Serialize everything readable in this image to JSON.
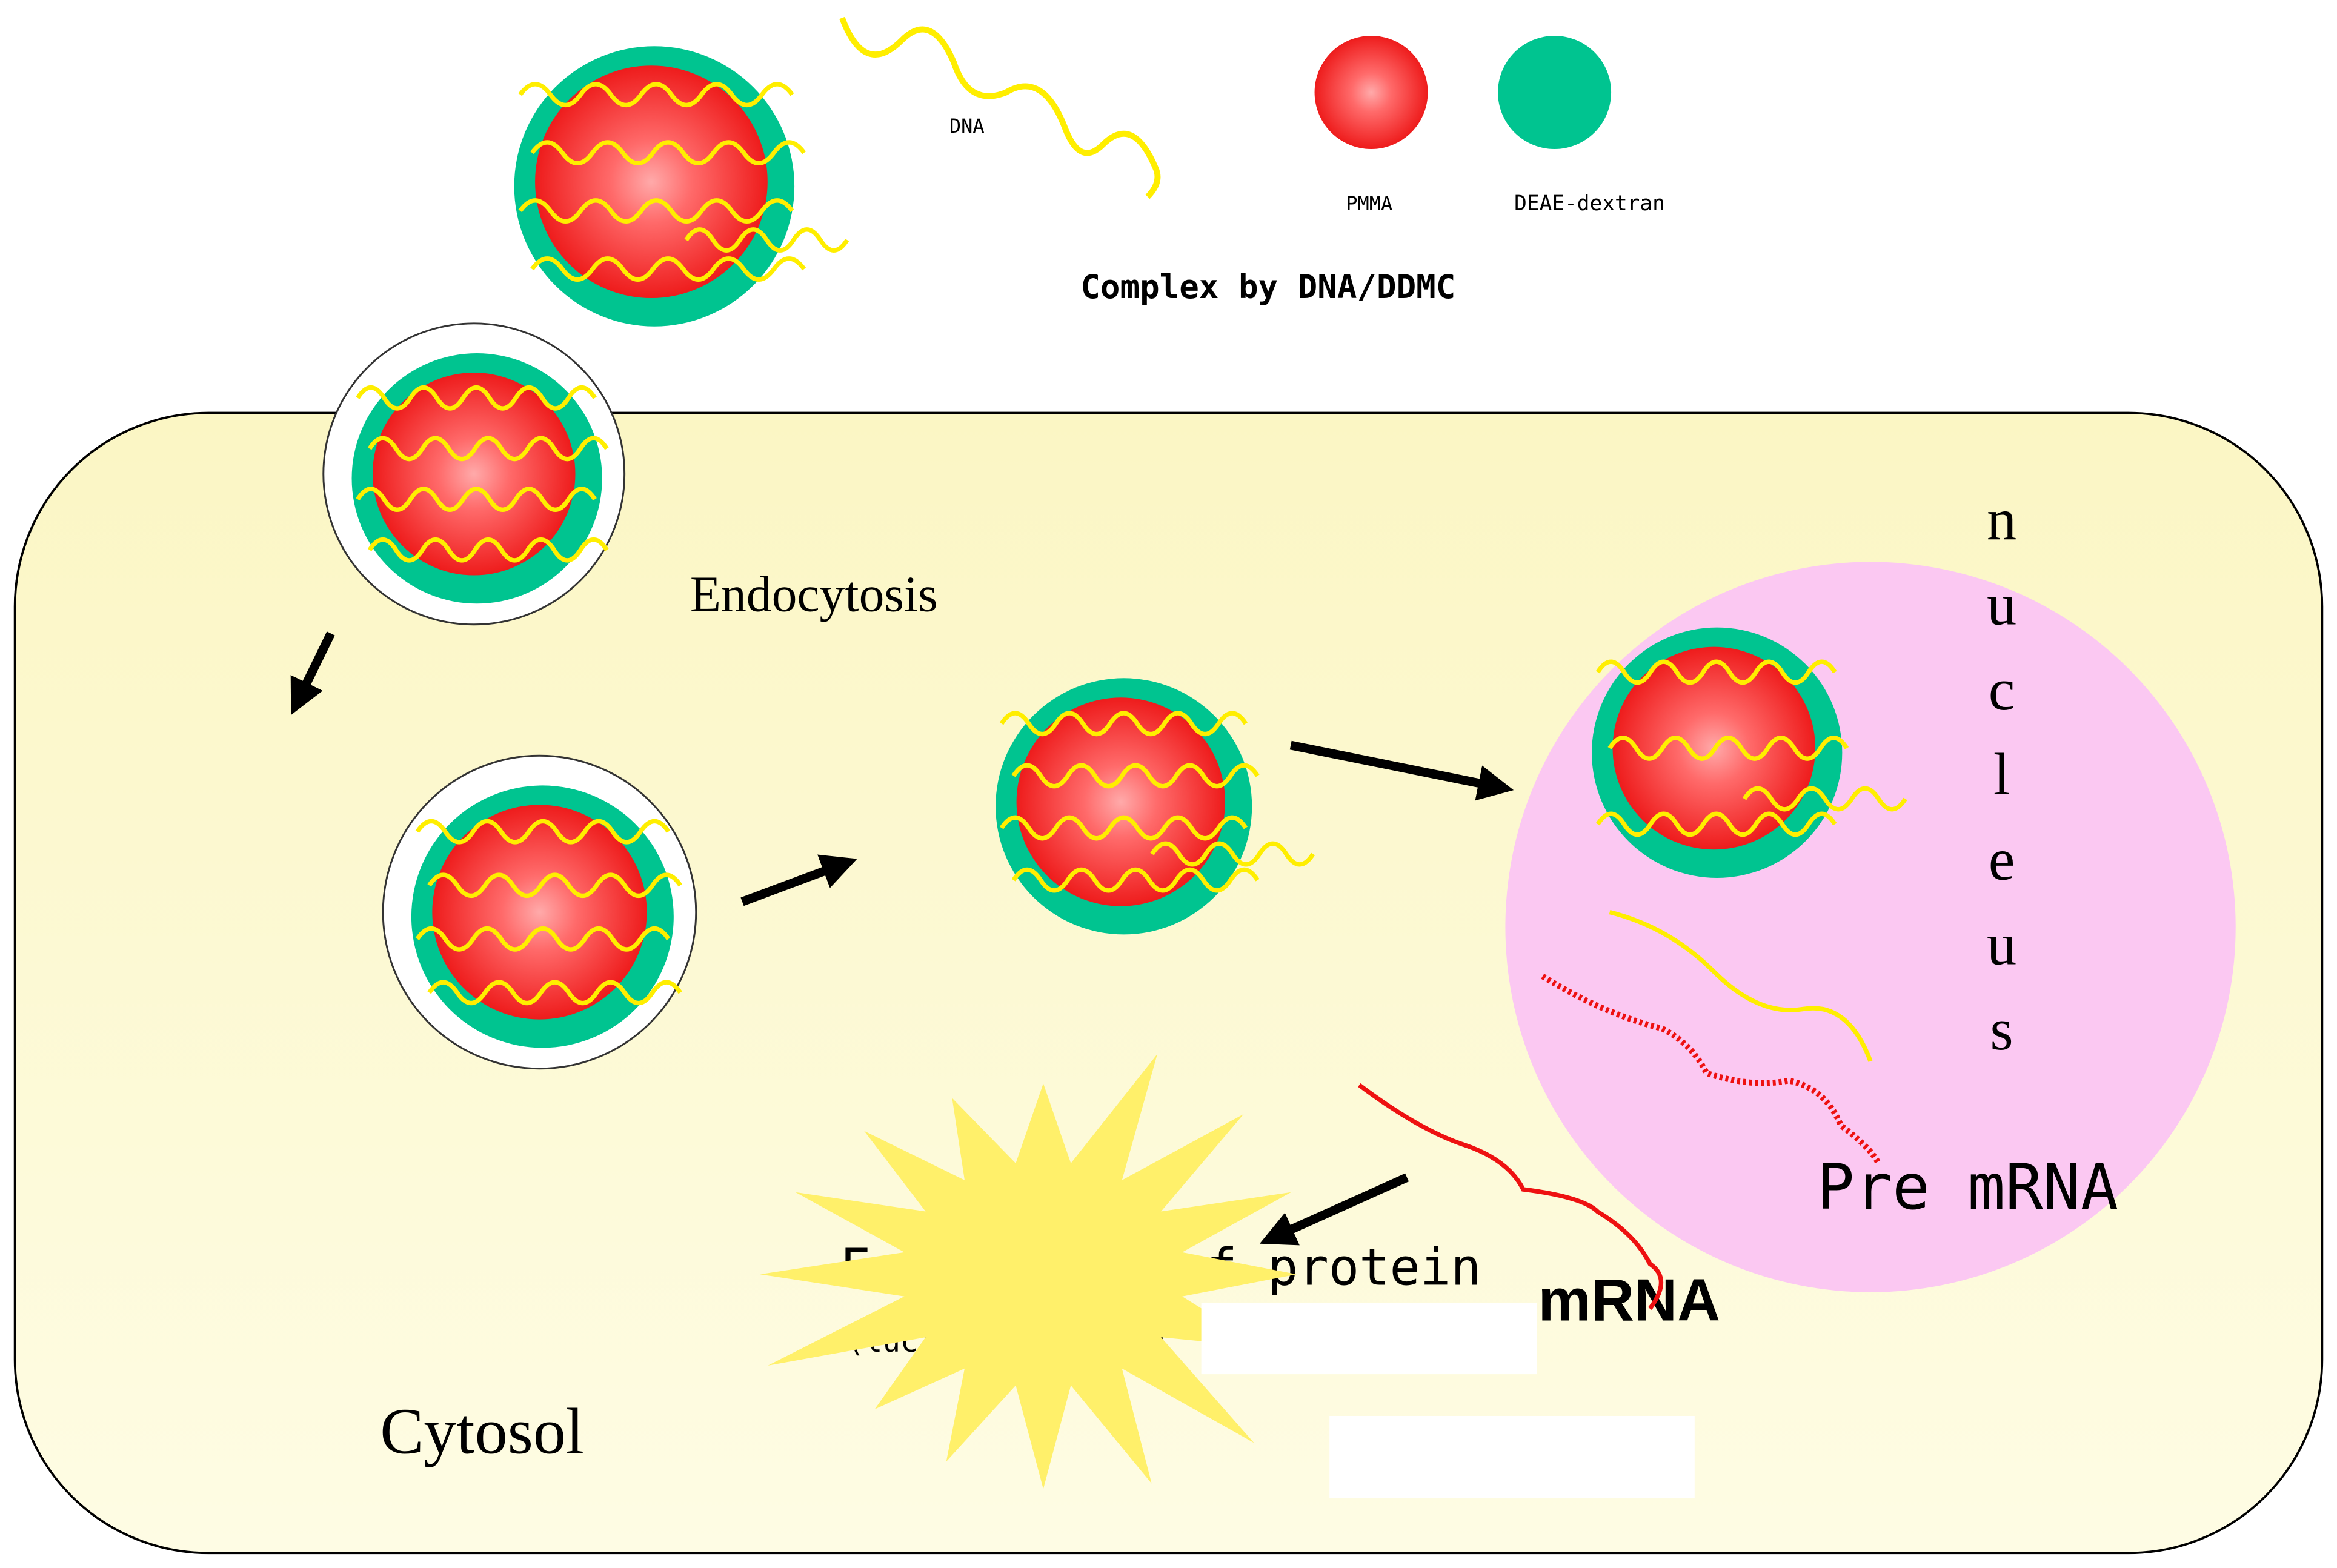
{
  "legend": {
    "dna_label": "DNA",
    "pmma_label": "PMMA",
    "deae_label": "DEAE-dextran",
    "complex_label": "Complex by DNA/DDMC"
  },
  "labels": {
    "endocytosis": "Endocytosis",
    "nucleus_letters": [
      "n",
      "u",
      "c",
      "l",
      "e",
      "u",
      "s"
    ],
    "pre_mrna": "Pre mRNA",
    "mrna": "mRNA",
    "expression": "Expression of protein",
    "assay": "(luciferase assay)",
    "cytosol": "Cytosol"
  },
  "colors": {
    "cell_fill": "#fdfbd6",
    "nucleus_fill": "#fbc8f2",
    "pmma_red": "#ee1c1c",
    "deae_green": "#00c490",
    "dna_yellow": "#ffee00",
    "burst_yellow": "#fff06a",
    "rna_red": "#ee1111"
  }
}
